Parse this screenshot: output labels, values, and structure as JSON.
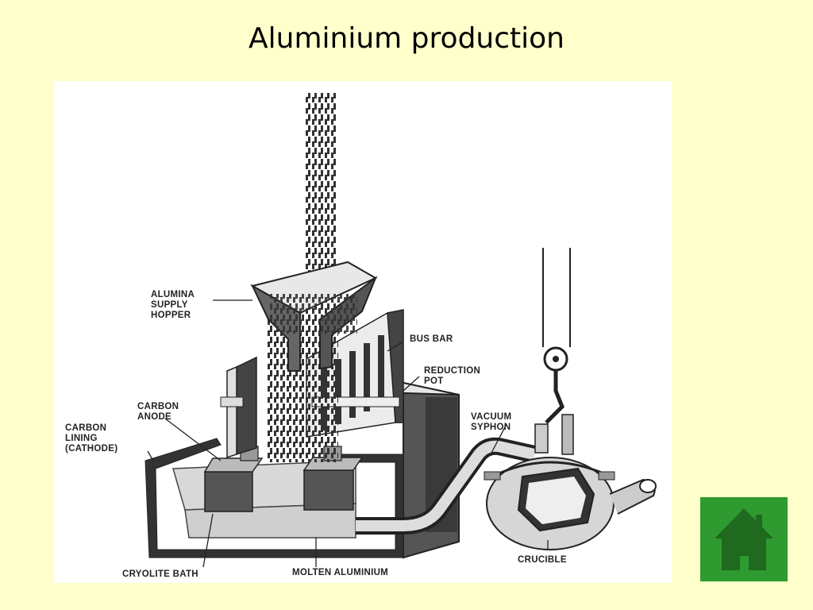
{
  "slide": {
    "title": "Aluminium production",
    "background_color": "#ffffcc"
  },
  "diagram": {
    "labels": {
      "alumina_supply_hopper": [
        "ALUMINA",
        "SUPPLY",
        "HOPPER"
      ],
      "bus_bar": "BUS BAR",
      "reduction_pot": [
        "REDUCTION",
        "POT"
      ],
      "carbon_anode": [
        "CARBON",
        "ANODE"
      ],
      "carbon_lining": [
        "CARBON",
        "LINING",
        "(CATHODE)"
      ],
      "vacuum_syphon": [
        "VACUUM",
        "SYPHON"
      ],
      "cryolite_bath": "CRYOLITE BATH",
      "molten_aluminium": "MOLTEN ALUMINIUM",
      "crucible": "CRUCIBLE"
    }
  },
  "navigation": {
    "home_button_icon": "home-icon",
    "home_button_color": "#2f9a2f",
    "home_icon_color": "#1f6a1f"
  }
}
